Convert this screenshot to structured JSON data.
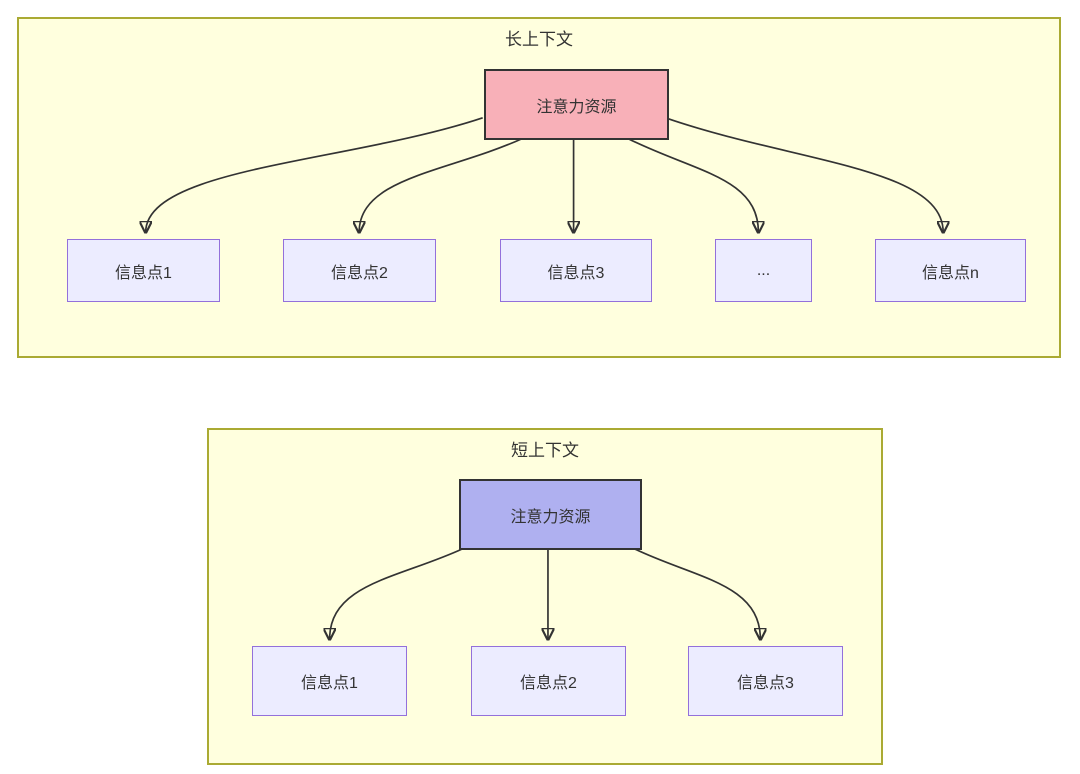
{
  "colors": {
    "page_background": "#ffffff",
    "container_fill": "#ffffde",
    "container_border": "#aaaa33",
    "node_fill": "#ececff",
    "node_border": "#9370db",
    "attention_long_fill": "#f8b0b8",
    "attention_short_fill": "#afb0f0",
    "attention_border": "#333333",
    "arrow": "#333333",
    "text": "#333333"
  },
  "long_context": {
    "title": "长上下文",
    "attention_label": "注意力资源",
    "nodes": [
      {
        "label": "信息点1"
      },
      {
        "label": "信息点2"
      },
      {
        "label": "信息点3"
      },
      {
        "label": "..."
      },
      {
        "label": "信息点n"
      }
    ]
  },
  "short_context": {
    "title": "短上下文",
    "attention_label": "注意力资源",
    "nodes": [
      {
        "label": "信息点1"
      },
      {
        "label": "信息点2"
      },
      {
        "label": "信息点3"
      }
    ]
  }
}
